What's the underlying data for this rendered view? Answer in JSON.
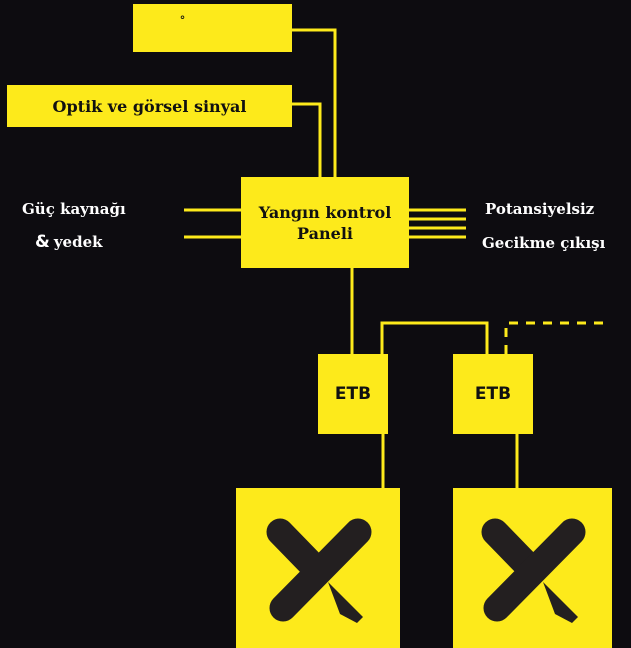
{
  "colors": {
    "background": "#0d0c10",
    "accent": "#fdea1b",
    "text_light": "#ffffff",
    "icon_dark": "#231f20"
  },
  "top_box": {
    "text": "°"
  },
  "signal_box": {
    "text": "Optik ve görsel sinyal"
  },
  "panel": {
    "line1": "Yangın kontrol",
    "line2": "Paneli"
  },
  "power": {
    "line1": "Güç kaynağı",
    "amp": "&",
    "line2": "yedek"
  },
  "output": {
    "line1": "Potansiyelsiz",
    "line2": "Gecikme çıkışı"
  },
  "etb_boxes": [
    {
      "label": "ETB"
    },
    {
      "label": "ETB"
    }
  ],
  "actuators": [
    {
      "icon": "x-mark-icon"
    },
    {
      "icon": "x-mark-icon"
    }
  ]
}
